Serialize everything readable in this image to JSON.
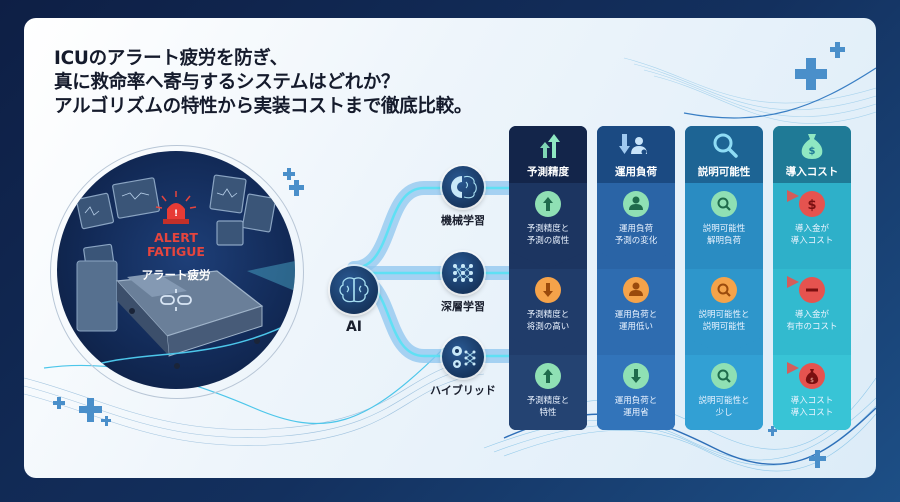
{
  "title": {
    "lines": [
      "ICUのアラート疲労を防ぎ、",
      "真に救命率へ寄与するシステムはどれか？",
      "アルゴリズムの特性から実装コストまで徹底比較。"
    ]
  },
  "scene": {
    "alert_en_line1": "ALERT",
    "alert_en_line2": "FATIGUE",
    "alert_ja": "アラート疲労",
    "icons": [
      "siren-icon",
      "broken-link-icon",
      "hospital-bed-illustration",
      "monitor-icon"
    ]
  },
  "hub": {
    "label": "AI",
    "icon": "brain-icon"
  },
  "algorithms": [
    {
      "label": "機械学習",
      "icon": "gear-brain-icon"
    },
    {
      "label": "深層学習",
      "icon": "neural-network-icon"
    },
    {
      "label": "ハイブリッド",
      "icon": "gears-network-icon"
    }
  ],
  "columns": [
    {
      "label": "予測精度",
      "icon": "up-arrows-icon",
      "head_color": "#13254a",
      "body_color": "#1c3561"
    },
    {
      "label": "運用負荷",
      "icon": "down-arrow-user-icon",
      "head_color": "#1b4a82",
      "body_color": "#2a64a6"
    },
    {
      "label": "説明可能性",
      "icon": "magnifier-icon",
      "head_color": "#1d6494",
      "body_color": "#2a8cc2"
    },
    {
      "label": "導入コスト",
      "icon": "money-bag-icon",
      "head_color": "#1f7a96",
      "body_color": "#2eb0c9"
    }
  ],
  "rows": [
    {
      "cells": [
        {
          "icon": "up-arrow-icon",
          "status": "good",
          "text": [
            "予測精度と",
            "予測の腐性"
          ]
        },
        {
          "icon": "user-icon",
          "status": "good",
          "text": [
            "運用負荷",
            "予測の変化"
          ]
        },
        {
          "icon": "magnifier-icon",
          "status": "good",
          "text": [
            "説明可能性",
            "解明負荷"
          ]
        },
        {
          "icon": "dollar-icon",
          "status": "bad",
          "text": [
            "導入金が",
            "導入コスト"
          ]
        }
      ]
    },
    {
      "cells": [
        {
          "icon": "down-arrow-icon",
          "status": "warn",
          "text": [
            "予測精度と",
            "将測の高い"
          ]
        },
        {
          "icon": "user-icon",
          "status": "warn",
          "text": [
            "運用負荷と",
            "運用低い"
          ]
        },
        {
          "icon": "magnifier-icon",
          "status": "warn",
          "text": [
            "説明可能性と",
            "説明可能性"
          ]
        },
        {
          "icon": "minus-icon",
          "status": "bad",
          "text": [
            "導入金が",
            "有市のコスト"
          ]
        }
      ]
    },
    {
      "cells": [
        {
          "icon": "up-arrow-icon",
          "status": "good",
          "text": [
            "予測精度と",
            "特性"
          ]
        },
        {
          "icon": "down-arrow-icon",
          "status": "good",
          "text": [
            "運用負荷と",
            "運用省"
          ]
        },
        {
          "icon": "magnifier-icon",
          "status": "good",
          "text": [
            "説明可能性と",
            "少し"
          ]
        },
        {
          "icon": "money-bag-icon",
          "status": "bad",
          "text": [
            "導入コスト",
            "導入コスト"
          ]
        }
      ]
    }
  ],
  "colors": {
    "good": "#8fe0b4",
    "good_fg": "#1f6b4c",
    "warn": "#f5a34a",
    "warn_fg": "#9a4a0c",
    "bad": "#e5534f",
    "bad_fg": "#7a0f10",
    "flow": "#5fd6f0"
  }
}
